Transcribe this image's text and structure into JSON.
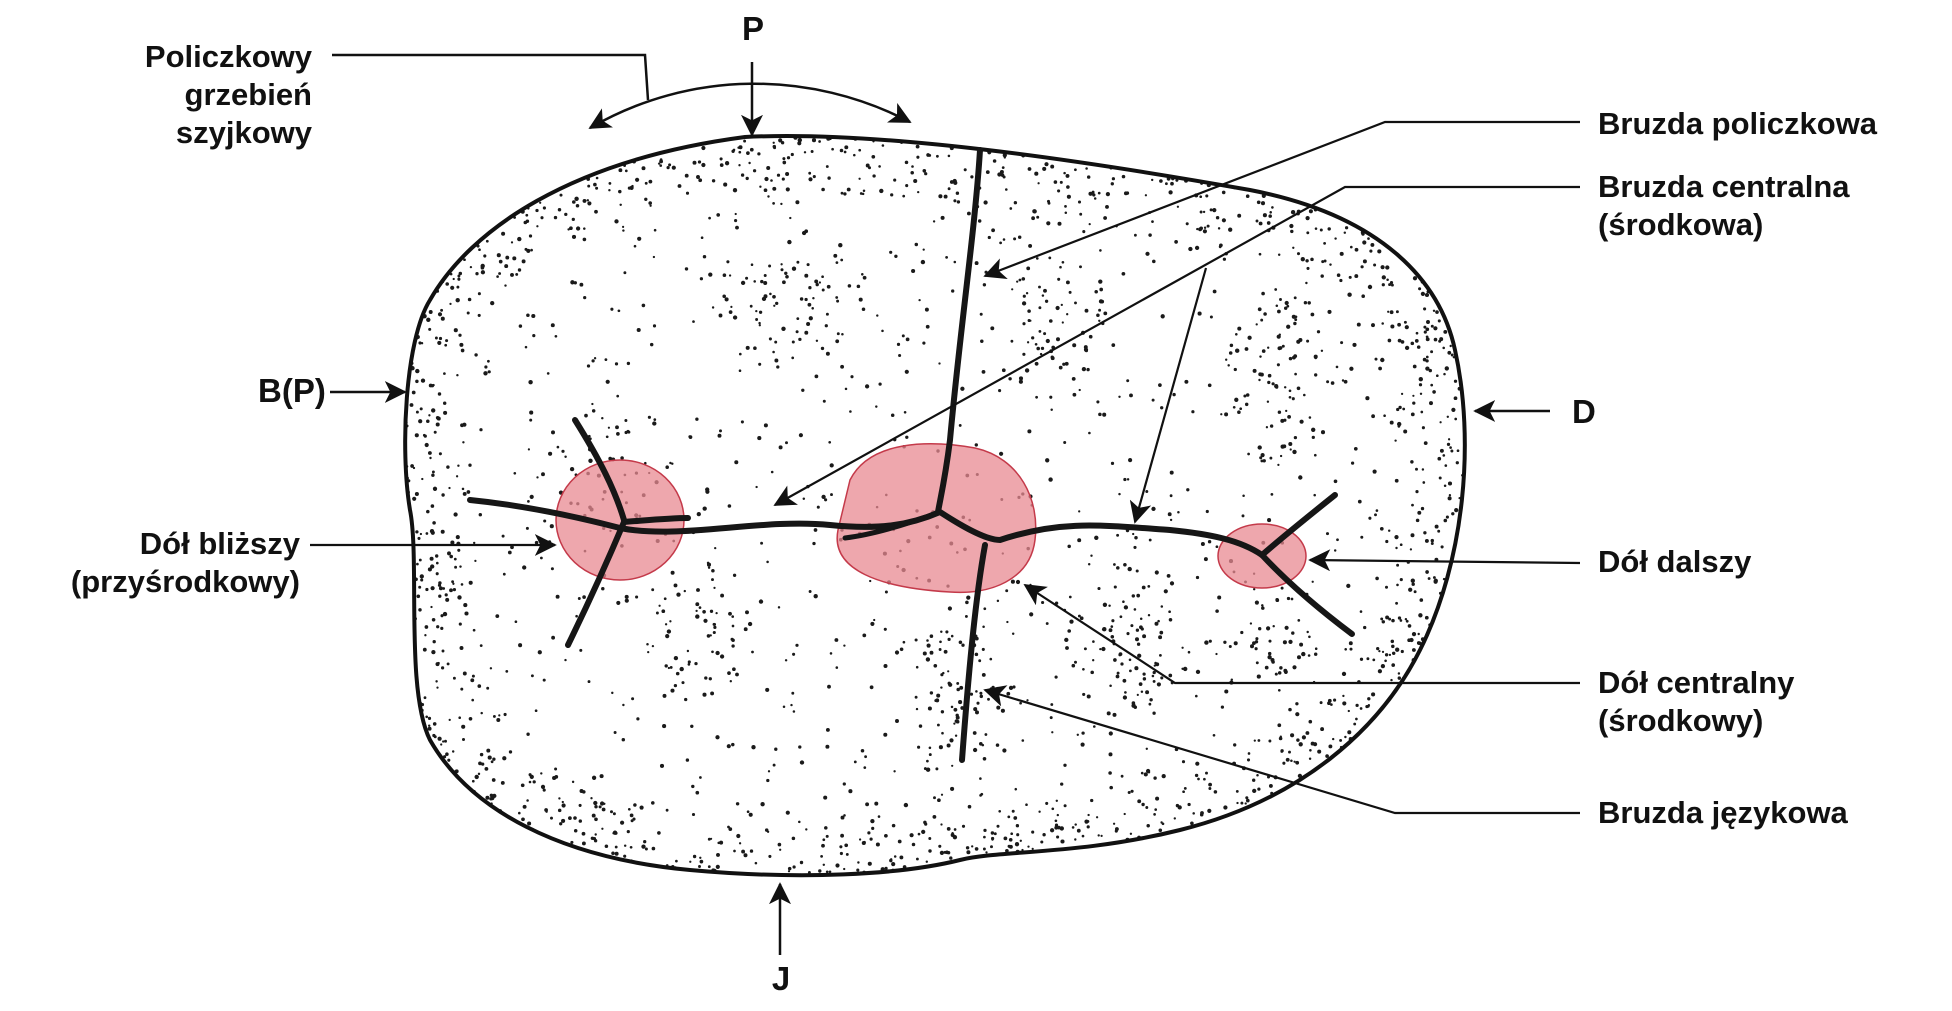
{
  "colors": {
    "ink": "#111111",
    "stipple": "#1a1a1a",
    "fossa_fill": "#e88a92",
    "fossa_edge": "#c43a4a",
    "background": "#ffffff"
  },
  "labels": {
    "direction_top": "P",
    "direction_bottom": "J",
    "direction_left": "B(P)",
    "direction_right": "D",
    "buccal_cervical_ridge": [
      "Policzkowy",
      "grzebień",
      "szyjkowy"
    ],
    "mesial_fossa": [
      "Dół bliższy",
      "(przyśrodkowy)"
    ],
    "buccal_groove": "Bruzda policzkowa",
    "central_groove": [
      "Bruzda centralna",
      "(środkowa)"
    ],
    "distal_fossa": "Dół dalszy",
    "central_fossa": [
      "Dół centralny",
      "(środkowy)"
    ],
    "lingual_groove": "Bruzda językowa"
  },
  "icons": [
    "tooth-occlusal-outline",
    "arrow-icon"
  ]
}
